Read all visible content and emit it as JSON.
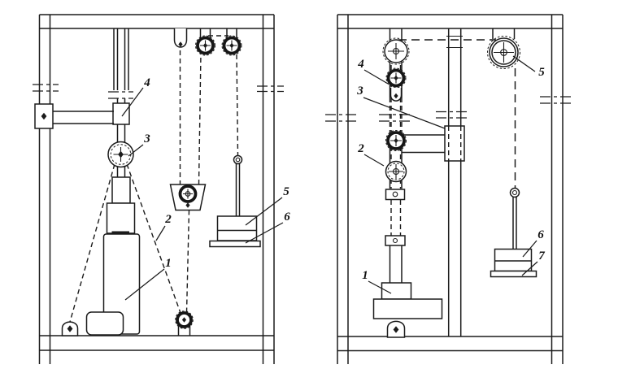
{
  "page": {
    "background": "#ffffff",
    "ink_color": "#1b1b1b"
  },
  "diagram": {
    "name": "pulley-test-stand-figures",
    "panel_count": 2,
    "left_labels": {
      "1": "1",
      "2": "2",
      "3": "3",
      "4": "4",
      "5": "5",
      "6": "6"
    },
    "right_labels": {
      "1": "1",
      "2": "2",
      "3": "3",
      "4": "4",
      "5": "5",
      "6": "6",
      "7": "7"
    }
  }
}
